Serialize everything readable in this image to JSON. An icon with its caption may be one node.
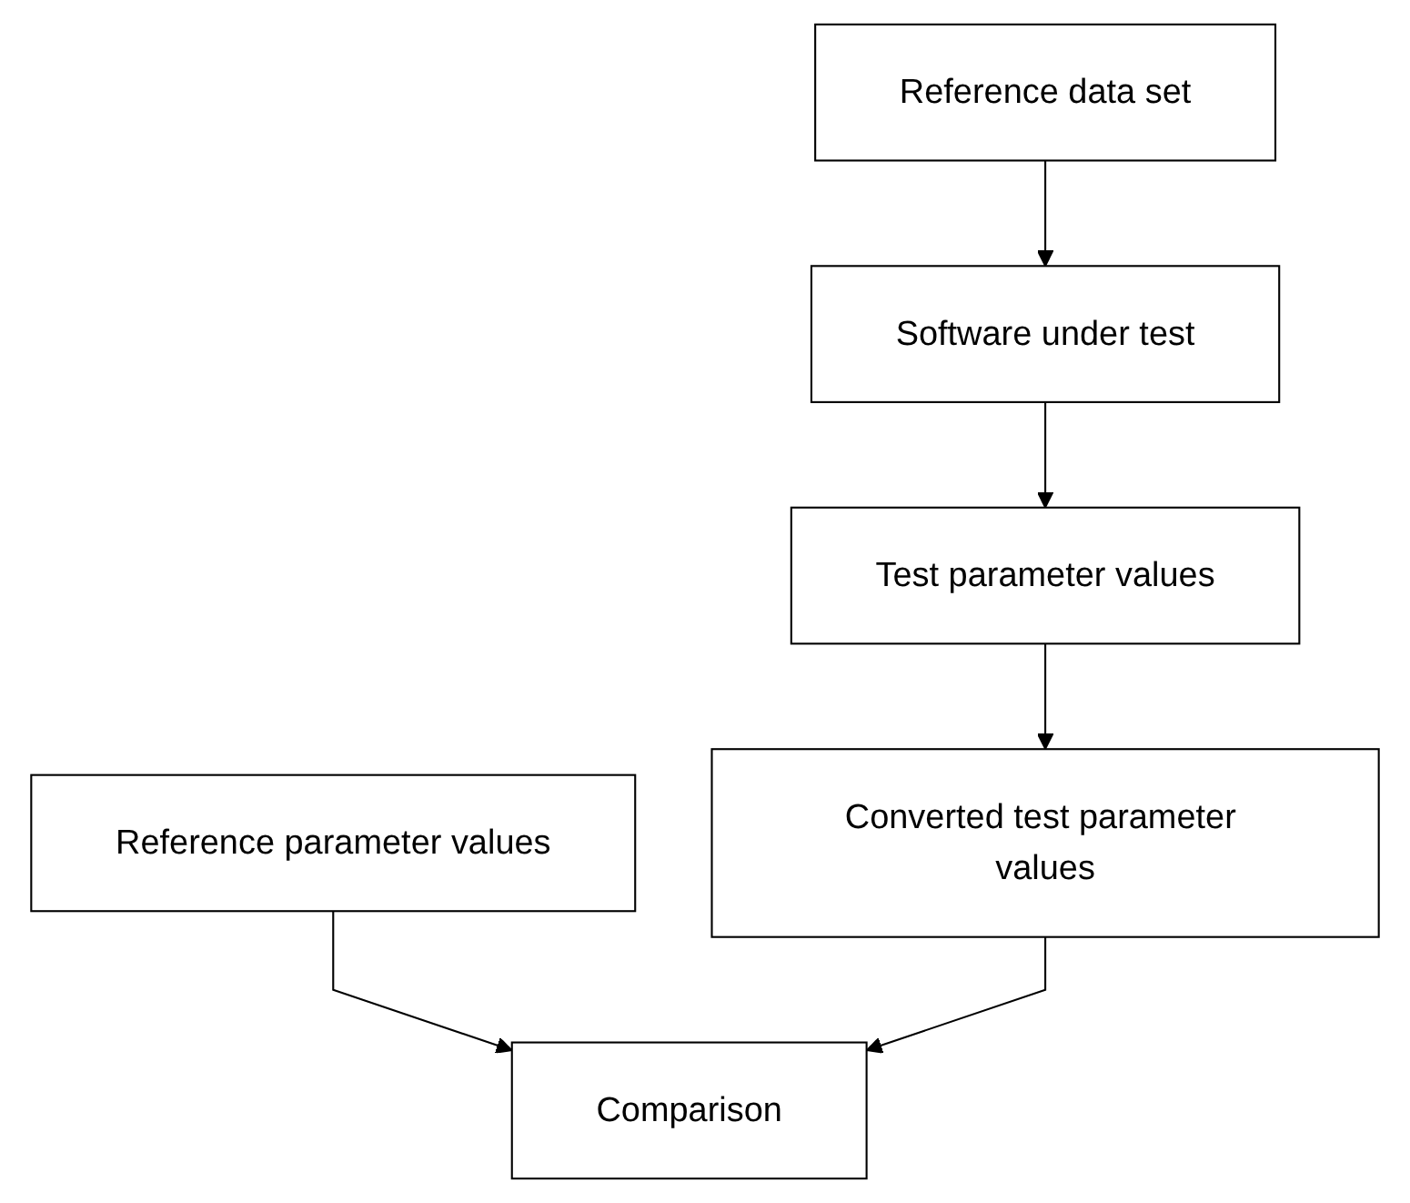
{
  "diagram": {
    "nodes": [
      {
        "text": [
          "Reference data set"
        ]
      },
      {
        "text": [
          "Software under test"
        ]
      },
      {
        "text": [
          "Test parameter values"
        ]
      },
      {
        "text": [
          "Reference parameter values"
        ]
      },
      {
        "text": [
          "Converted test parameter values"
        ]
      },
      {
        "text": [
          "Comparison"
        ]
      }
    ],
    "edges": [
      {
        "from": 0,
        "to": 1,
        "arrow": "to"
      },
      {
        "from": 1,
        "to": 2,
        "arrow": "to"
      },
      {
        "from": 2,
        "to": 4,
        "arrow": "to"
      },
      {
        "from": 3,
        "to": 5,
        "arrow": "to"
      },
      {
        "from": 4,
        "to": 5,
        "arrow": "to"
      }
    ]
  }
}
